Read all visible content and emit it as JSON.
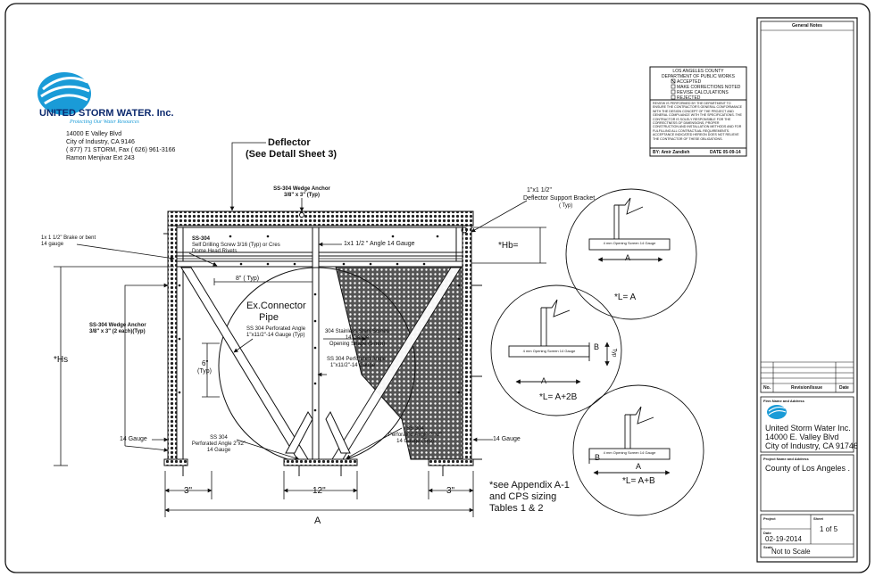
{
  "company": {
    "name": "UNITED STORM WATER. Inc.",
    "tagline": "Protecting Our Water Resources",
    "address_lines": [
      "14000 E Valley Blvd",
      "City of Industry, CA 9146",
      "( 877)   71 STORM, Fax  ( 626)  961-3166",
      "Ramon Menjivar Ext 243"
    ]
  },
  "callouts": {
    "deflector": "Deflector",
    "deflector_ref": "(See Detall Sheet 3)",
    "anchor_top": "SS-304 Wedge Anchor",
    "anchor_top_size": "3/8\" x 3\" (Typ)",
    "bracket": "1\"x1 1/2\"",
    "bracket_desc": "Deflector Support Bracket",
    "bracket_typ": "( Typ)",
    "brake": "1x 1 1/2\" Brake or bent",
    "brake_gauge": "14 gauge",
    "ss304": "SS-304",
    "screw": "Self Drilling Screw 3/16 (Typ) or Cres",
    "rivets": "Dome Head Rivets",
    "angle_top": "1x1 1/2 \" Angle 14 Gauge",
    "hb": "*Hb=",
    "spacing": "8\" ( Typ)",
    "connector": "Ex.Connector",
    "connector2": "Pipe",
    "perf_angle_1a": "SS  304 Perforated Angle",
    "perf_angle_1b": "1\"x11/2\"-14 Gauge (Typ)",
    "screen_a": "304 Stainless Steel Screen",
    "screen_b": "14 Gauge",
    "screen_c": "Opening Shape (5 mm)",
    "perf_angle_2a": "SS  304 Perforated Angle",
    "perf_angle_2b": "1\"x11/2\"-14 Gauge",
    "six": "6\"",
    "six_typ": "(Typ)",
    "anchor_left": "SS-304 Wedge Anchor",
    "anchor_left_b": "3/8\" x 3\" (2 each)(Typ)",
    "hs": "*Hs",
    "gauge_left": "14 Gauge",
    "gauge_right": "14 Gauge",
    "perf_bottom_left_a": "SS 304",
    "perf_bottom_left_b": "Perforated Angle 2\"x2\"",
    "perf_bottom_left_c": "14 Gauge",
    "perf_bottom_right_a": "SS 304",
    "perf_bottom_right_b": "Perforated Angle 2\"x2\"",
    "perf_bottom_right_c": "14 Gauge (Typ)",
    "dim_left": "3\"",
    "dim_mid": "12\"",
    "dim_right": "3\"",
    "dim_total": "A",
    "appendix_1": "*see Appendix A-1",
    "appendix_2": "and CPS sizing",
    "appendix_3": "Tables 1 & 2"
  },
  "details": {
    "d1_label": "4 mm Opening Screen 14 Gauge",
    "d1_dim": "A",
    "d1_formula": "*L= A",
    "d2_label": "4 mm Opening Screen 14 Gauge",
    "d2_dim": "A",
    "d2_b": "B",
    "d2_typ": "Typ",
    "d2_formula": "*L= A+2B",
    "d3_label": "4 mm Opening Screen 14 Gauge",
    "d3_dim": "A",
    "d3_b": "B",
    "d3_formula": "*L= A+B"
  },
  "stamp": {
    "county": "LOS ANGELES COUNTY",
    "dept": "DEPARTMENT OF PUBLIC WORKS",
    "opt1": "ACCEPTED",
    "opt2": "MAKE CORRECTIONS NOTED",
    "opt3": "REVISE CALCULATIONS",
    "opt4": "REJECTED",
    "review_text": "REVIEW IS PERFORMED BY THE DEPARTMENT TO ENSURE THE CONTRACTOR'S GENERAL CONFORMANCE WITH THE DESIGN CONCEPT OF THE PROJECT AND GENERAL COMPLIANCE WITH THE SPECIFICATIONS. THE CONTRACTOR IS SOLELY RESPONSIBLE FOR THE CORRECTNESS OF DIMENSIONS, PROPER CONSTRUCTION AND INSTALLATION METHODS AND FOR FULFILLING ALL CONTRACTUAL REQUIREMENTS. ACCEPTANCE INDICATED HEREON DOES NOT RELIEVE THE CONTRACTOR OF THESE OBLIGATIONS.",
    "by": "BY: Amir Zandieh",
    "date": "DATE 05-09-14"
  },
  "title_block": {
    "general_notes": "General Notes",
    "col_no": "No.",
    "col_rev": "Revision/Issue",
    "col_date": "Date",
    "firm_label": "Firm Name and Address",
    "firm_name": "United Storm Water Inc.",
    "firm_addr1": "14000 E. Valley Blvd",
    "firm_addr2": "City of Industry, CA 91746",
    "project_label": "Project Name and Address",
    "project_name": "County of Los Angeles .",
    "project_lbl": "Project",
    "sheet_lbl": "Sheet",
    "sheet_val": "1 of 5",
    "date_lbl": "Date",
    "date_val": "02-19-2014",
    "scale_lbl": "Scale",
    "scale_val": "Not to Scale"
  }
}
